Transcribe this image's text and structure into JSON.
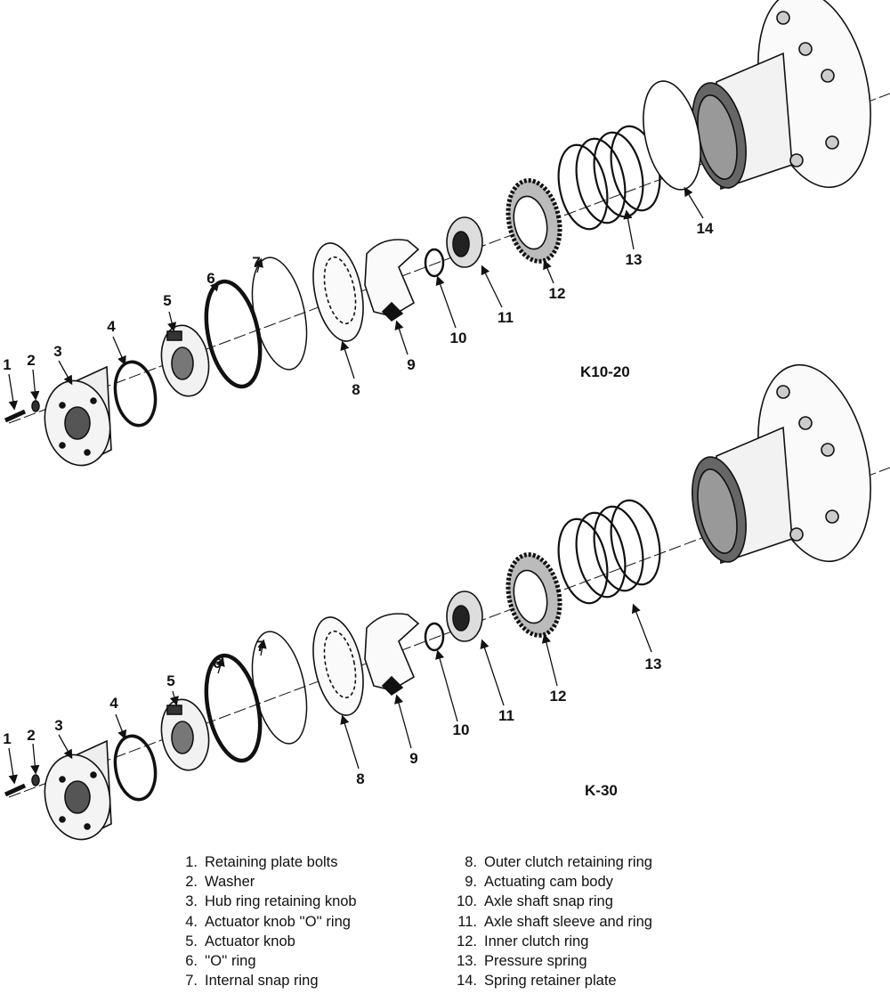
{
  "diagrams": [
    {
      "title": "K10-20",
      "callouts": [
        "1",
        "2",
        "3",
        "4",
        "5",
        "6",
        "7",
        "8",
        "9",
        "10",
        "11",
        "12",
        "13",
        "14"
      ]
    },
    {
      "title": "K-30",
      "callouts": [
        "1",
        "2",
        "3",
        "4",
        "5",
        "6",
        "7",
        "8",
        "9",
        "10",
        "11",
        "12",
        "13"
      ]
    }
  ],
  "legend": {
    "left": [
      {
        "num": "1.",
        "label": "Retaining plate bolts"
      },
      {
        "num": "2.",
        "label": "Washer"
      },
      {
        "num": "3.",
        "label": "Hub ring retaining knob"
      },
      {
        "num": "4.",
        "label": "Actuator knob ''O'' ring"
      },
      {
        "num": "5.",
        "label": "Actuator knob"
      },
      {
        "num": "6.",
        "label": "''O'' ring"
      },
      {
        "num": "7.",
        "label": "Internal snap ring"
      }
    ],
    "right": [
      {
        "num": "8.",
        "label": "Outer clutch retaining ring"
      },
      {
        "num": "9.",
        "label": "Actuating cam body"
      },
      {
        "num": "10.",
        "label": "Axle shaft snap ring"
      },
      {
        "num": "11.",
        "label": "Axle shaft sleeve and ring"
      },
      {
        "num": "12.",
        "label": "Inner clutch ring"
      },
      {
        "num": "13.",
        "label": "Pressure spring"
      },
      {
        "num": "14.",
        "label": "Spring retainer plate"
      }
    ]
  }
}
